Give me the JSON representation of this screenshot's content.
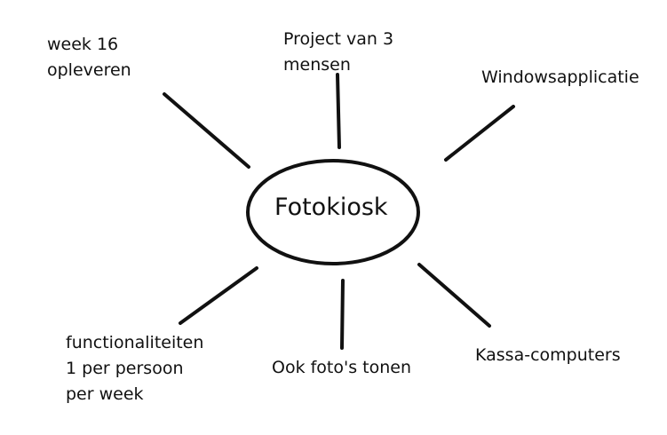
{
  "center": {
    "label": "Fotokiosk"
  },
  "branches": [
    {
      "id": "week-16",
      "lines": [
        "week 16",
        "opleveren"
      ]
    },
    {
      "id": "project-size",
      "lines": [
        "Project van 3",
        "mensen"
      ]
    },
    {
      "id": "windows",
      "lines": [
        "Windowsapplicatie"
      ]
    },
    {
      "id": "kassa",
      "lines": [
        "Kassa-computers"
      ]
    },
    {
      "id": "fotos",
      "lines": [
        "Ook foto's tonen"
      ]
    },
    {
      "id": "functionaliteiten",
      "lines": [
        "functionaliteiten",
        "1 per persoon",
        "per week"
      ]
    }
  ],
  "colors": {
    "stroke": "#111111",
    "background": "#ffffff"
  }
}
